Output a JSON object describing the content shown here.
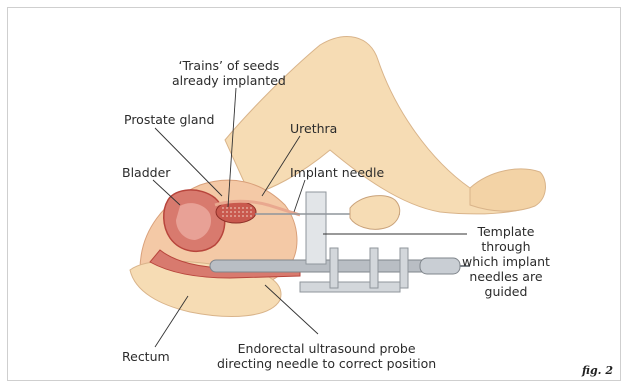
{
  "labels": {
    "trains_of_seeds": "‘Trains’ of seeds\nalready implanted",
    "prostate_gland": "Prostate gland",
    "urethra": "Urethra",
    "bladder": "Bladder",
    "implant_needle": "Implant needle",
    "template": "Template\nthrough\nwhich implant\nneedles are\nguided",
    "rectum": "Rectum",
    "ultrasound_probe": "Endorectal ultrasound probe\ndirecting needle to correct position"
  },
  "figure_number": "fig. 2",
  "colors": {
    "skin": "#f6dcb4",
    "skin_shade": "#e9bf8e",
    "organ": "#d87a6e",
    "organ_dark": "#b8453c",
    "probe": "#b9bec4",
    "leader": "#333333"
  }
}
